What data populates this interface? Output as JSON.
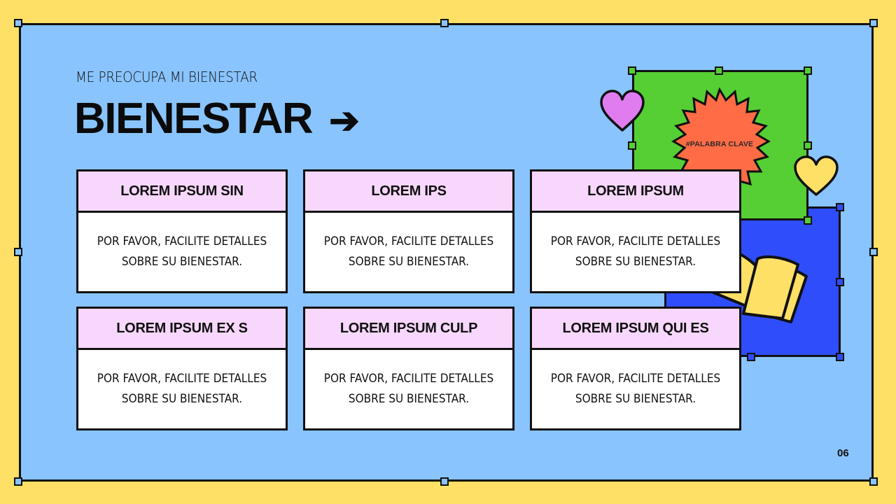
{
  "slide": {
    "subtitle": "ME PREOCUPA MI BIENESTAR",
    "title": "BIENESTAR",
    "title_arrow": "➔",
    "badge_text": "#PALABRA CLAVE",
    "page_number": "06"
  },
  "cards": [
    {
      "title": "LOREM IPSUM SIN",
      "body": "POR FAVOR, FACILITE DETALLES SOBRE SU BIENESTAR."
    },
    {
      "title": "LOREM IPS",
      "body": "POR FAVOR, FACILITE DETALLES SOBRE SU BIENESTAR."
    },
    {
      "title": "LOREM IPSUM",
      "body": "POR FAVOR, FACILITE DETALLES SOBRE SU BIENESTAR."
    },
    {
      "title": "LOREM IPSUM EX S",
      "body": "POR FAVOR, FACILITE DETALLES SOBRE SU BIENESTAR."
    },
    {
      "title": "LOREM IPSUM CULP",
      "body": "POR FAVOR, FACILITE DETALLES SOBRE SU BIENESTAR."
    },
    {
      "title": "LOREM IPSUM QUI ES",
      "body": "POR FAVOR, FACILITE DETALLES SOBRE SU BIENESTAR."
    }
  ],
  "colors": {
    "outer_background": "#ffe066",
    "slide_background": "#89c4fe",
    "green_square": "#55cf34",
    "blue_square": "#2f4dfa",
    "starburst": "#ff6c45",
    "heart_purple": "#e07cf0",
    "heart_yellow": "#ffe066",
    "book": "#ffe066",
    "card_header": "#f8d7fd",
    "card_body": "#ffffff",
    "outline": "#111111"
  }
}
